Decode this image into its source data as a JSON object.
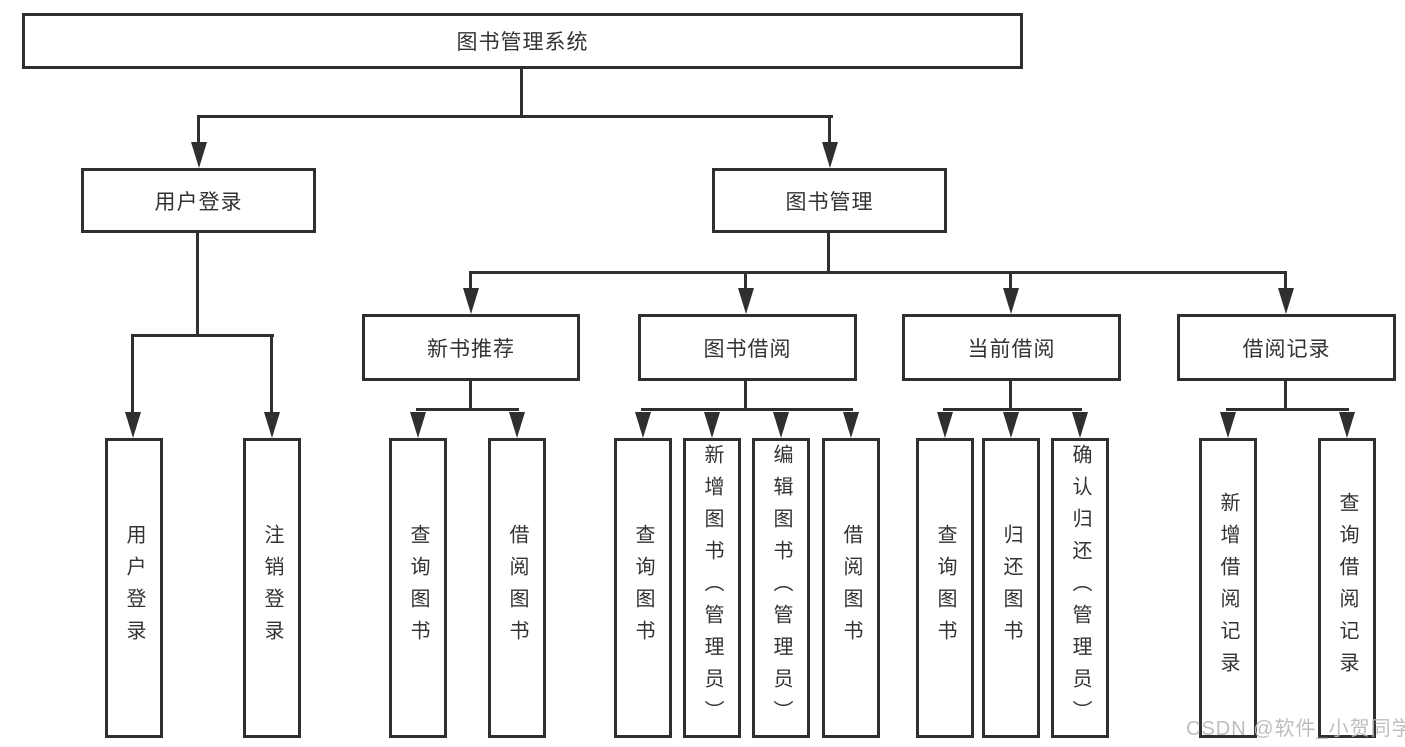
{
  "tree": {
    "root": {
      "label": "图书管理系统"
    },
    "branches": [
      {
        "label": "用户登录",
        "leaves": [
          {
            "label": "用户登录"
          },
          {
            "label": "注销登录"
          }
        ]
      },
      {
        "label": "图书管理",
        "groups": [
          {
            "label": "新书推荐",
            "leaves": [
              {
                "label": "查询图书"
              },
              {
                "label": "借阅图书"
              }
            ]
          },
          {
            "label": "图书借阅",
            "leaves": [
              {
                "label": "查询图书"
              },
              {
                "label": "新增图书（管理员）"
              },
              {
                "label": "编辑图书（管理员）"
              },
              {
                "label": "借阅图书"
              }
            ]
          },
          {
            "label": "当前借阅",
            "leaves": [
              {
                "label": "查询图书"
              },
              {
                "label": "归还图书"
              },
              {
                "label": "确认归还（管理员）"
              }
            ]
          },
          {
            "label": "借阅记录",
            "leaves": [
              {
                "label": "新增借阅记录"
              },
              {
                "label": "查询借阅记录"
              }
            ]
          }
        ]
      }
    ]
  },
  "watermark": "CSDN @软件_小贺同学",
  "colors": {
    "line": "#2f2f2f",
    "text": "#333333",
    "background": "#ffffff",
    "watermark": "#b9b9b9"
  }
}
